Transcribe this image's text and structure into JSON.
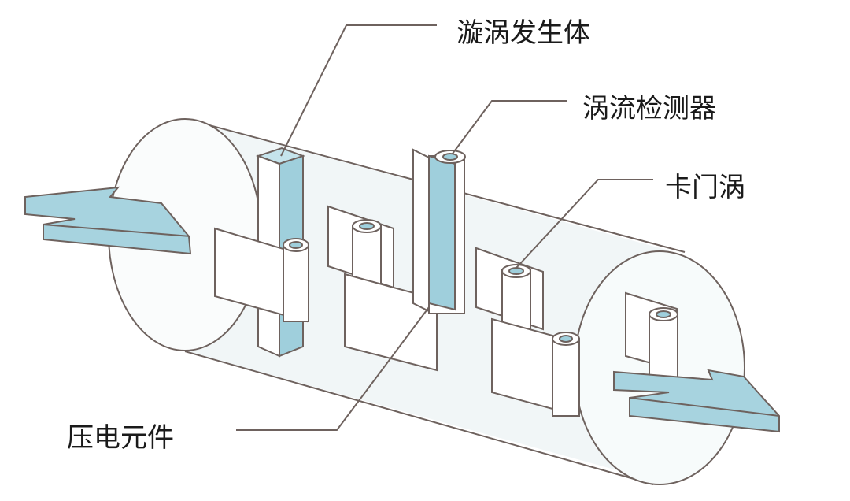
{
  "labels": {
    "vortex_generator": "漩涡发生体",
    "vortex_detector": "涡流检测器",
    "karman_vortex": "卡门涡",
    "piezo_element": "压电元件"
  },
  "colors": {
    "blue": "#9fcfdc",
    "outline": "#6e625e",
    "tint": "#eef5f6"
  }
}
